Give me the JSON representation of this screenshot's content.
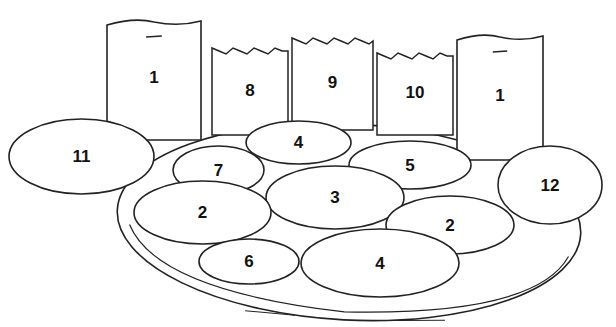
{
  "diagram": {
    "nodes": [
      {
        "text": [
          "1"
        ]
      },
      {
        "text": [
          "8"
        ]
      },
      {
        "text": [
          "9"
        ]
      },
      {
        "text": [
          "10"
        ]
      },
      {
        "text": [
          "1"
        ]
      },
      {
        "text": [
          "4"
        ]
      },
      {
        "text": [
          "11"
        ]
      },
      {
        "text": [
          "7"
        ]
      },
      {
        "text": [
          "5"
        ]
      },
      {
        "text": [
          "12"
        ]
      },
      {
        "text": [
          "3"
        ]
      },
      {
        "text": [
          "2"
        ]
      },
      {
        "text": [
          "2"
        ]
      },
      {
        "text": [
          "6"
        ]
      },
      {
        "text": [
          "4"
        ]
      }
    ]
  }
}
